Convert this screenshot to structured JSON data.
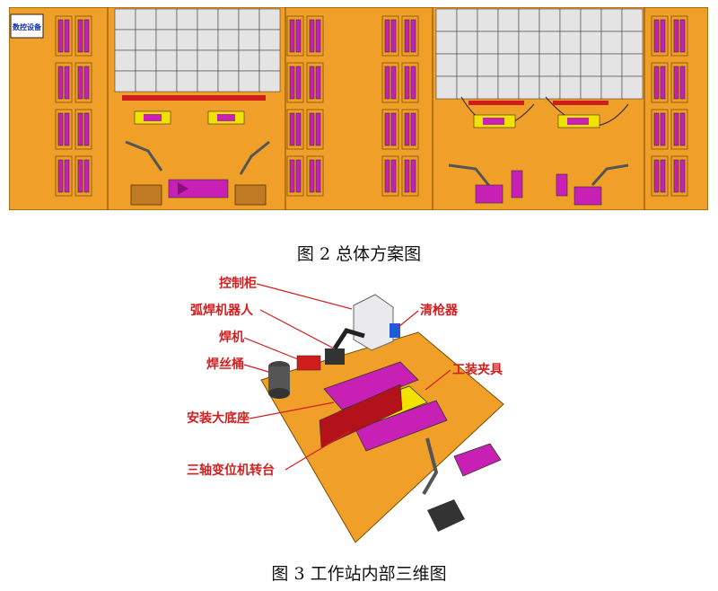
{
  "figure2": {
    "logo_text": "数控设备",
    "caption": "图 2 总体方案图"
  },
  "figure3": {
    "labels": {
      "control_cabinet": "控制柜",
      "arc_robot": "弧焊机器人",
      "welder": "焊机",
      "wire_barrel": "焊丝桶",
      "base": "安装大底座",
      "positioner": "三轴变位机转台",
      "gun_cleaner": "清枪器",
      "fixture": "工装夹具"
    },
    "caption": "图 3 工作站内部三维图"
  },
  "colors": {
    "floor": "#f0a028",
    "magenta": "#c81fb4",
    "panel": "#e4e4e4",
    "red_label": "#d31f1f",
    "yellow": "#f2e200"
  }
}
